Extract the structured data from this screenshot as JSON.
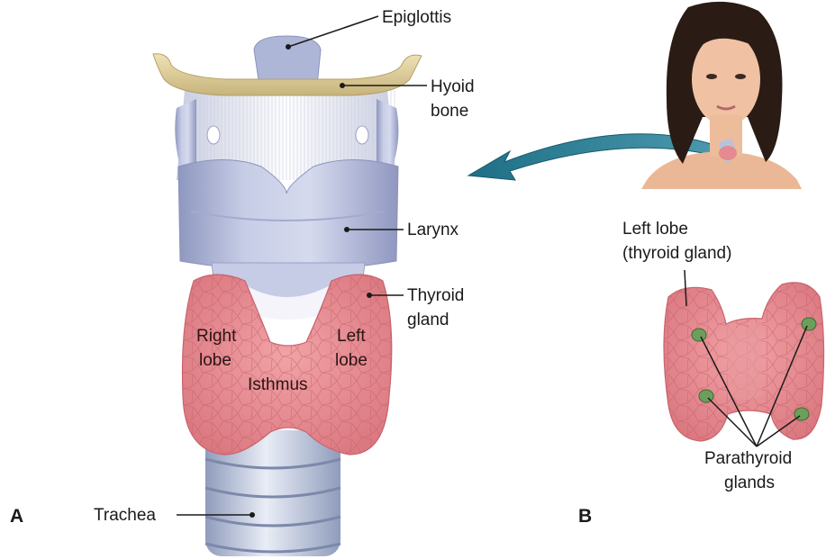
{
  "panels": {
    "a": "A",
    "b": "B"
  },
  "labels_a": {
    "epiglottis": "Epiglottis",
    "hyoid_bone": [
      "Hyoid",
      "bone"
    ],
    "larynx": "Larynx",
    "thyroid_gland": [
      "Thyroid",
      "gland"
    ],
    "right_lobe": [
      "Right",
      "lobe"
    ],
    "left_lobe": [
      "Left",
      "lobe"
    ],
    "isthmus": "Isthmus",
    "trachea": "Trachea"
  },
  "labels_b": {
    "left_lobe": [
      "Left lobe",
      "(thyroid gland)"
    ],
    "parathyroid_glands": [
      "Parathyroid",
      "glands"
    ]
  },
  "colors": {
    "cartilage": "#b9c2dc",
    "hyoid": "#dccd9c",
    "thyroid": "#e48a90",
    "parathyroid": "#6c9e5c",
    "arrow": "#1e6f86",
    "skin": "#f0c2a3",
    "hair": "#2a1b14"
  }
}
